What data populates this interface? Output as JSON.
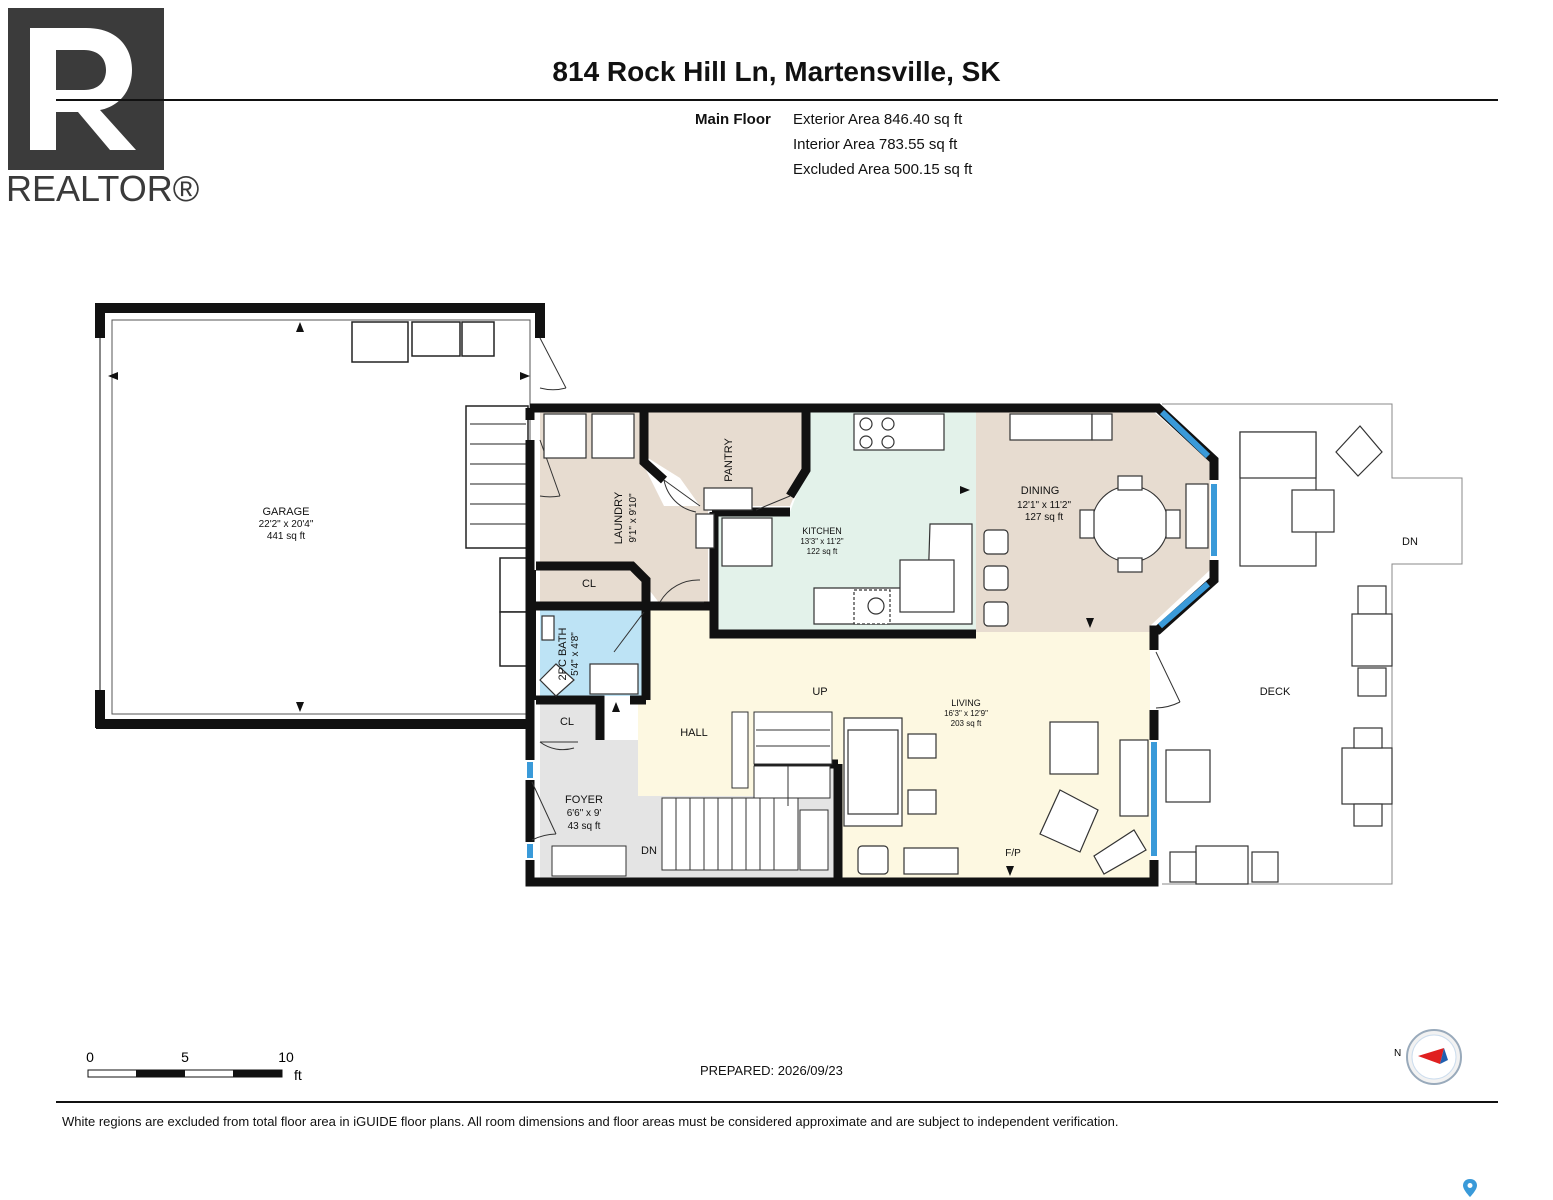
{
  "logo": {
    "text": "REALTOR®"
  },
  "header": {
    "title": "814 Rock Hill Ln, Martensville, SK",
    "floor_label": "Main Floor",
    "areas": [
      "Exterior Area 846.40 sq ft",
      "Interior Area 783.55 sq ft",
      "Excluded Area 500.15 sq ft"
    ]
  },
  "rooms": {
    "garage": {
      "name": "GARAGE",
      "dims": "22'2\" x 20'4\"",
      "area": "441 sq ft"
    },
    "laundry": {
      "name": "LAUNDRY",
      "dims": "9'1\" x 9'10\""
    },
    "pantry": {
      "name": "PANTRY"
    },
    "kitchen": {
      "name": "KITCHEN",
      "dims": "13'3\" x 11'2\"",
      "area": "122 sq ft"
    },
    "dining": {
      "name": "DINING",
      "dims": "12'1\" x 11'2\"",
      "area": "127 sq ft"
    },
    "deck": {
      "name": "DECK",
      "dn": "DN"
    },
    "closet1": {
      "name": "CL"
    },
    "closet2": {
      "name": "CL"
    },
    "bath": {
      "name": "2PC BATH",
      "dims": "5'4\" x 4'8\""
    },
    "hall": {
      "name": "HALL",
      "up": "UP"
    },
    "living": {
      "name": "LIVING",
      "dims": "16'3\" x 12'9\"",
      "area": "203 sq ft",
      "fp": "F/P"
    },
    "foyer": {
      "name": "FOYER",
      "dims": "6'6\" x 9'",
      "area": "43 sq ft",
      "dn": "DN"
    }
  },
  "colors": {
    "wall": "#111111",
    "laundry": "#e7dcd0",
    "kitchen": "#e3f2ea",
    "dining": "#e7dcd0",
    "bath": "#bde3f5",
    "living": "#fdf8e1",
    "foyer": "#e4e4e4",
    "window": "#3a9ad9"
  },
  "scale_bar": {
    "labels": [
      "0",
      "5",
      "10"
    ],
    "unit": "ft"
  },
  "footer": {
    "prepared": "PREPARED: 2026/09/23",
    "disclaimer": "White regions are excluded from total floor area in iGUIDE floor plans. All room dimensions and floor areas must be considered approximate and are subject to independent verification."
  },
  "compass": {
    "label": "N"
  }
}
